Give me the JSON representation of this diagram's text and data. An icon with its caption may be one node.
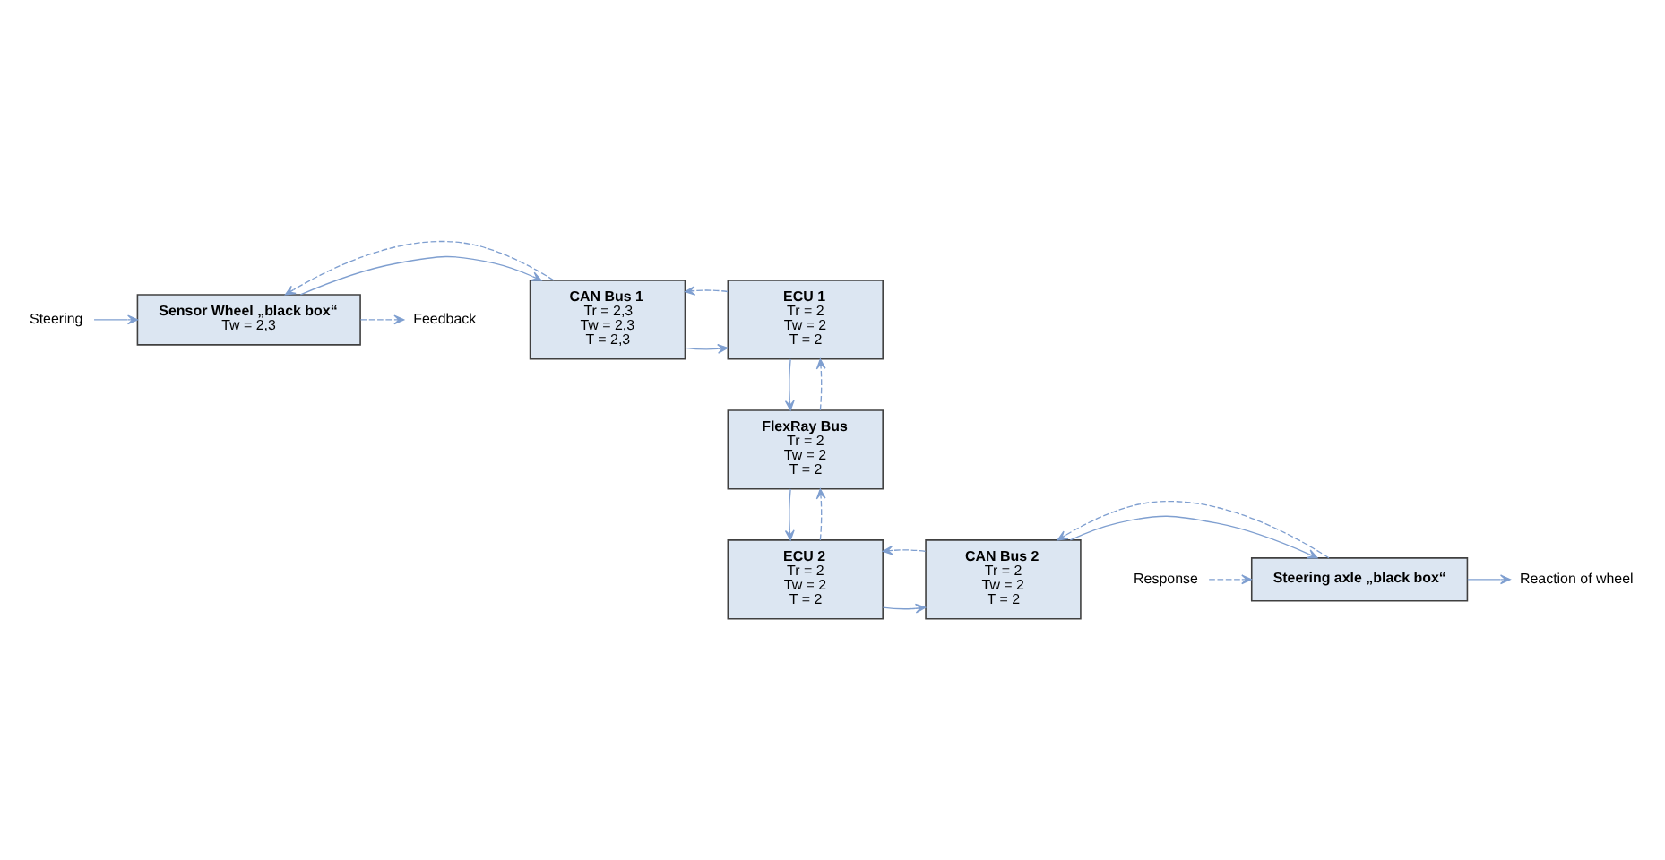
{
  "diagram": {
    "nodes": [
      {
        "text": [
          "Sensor Wheel „black box“",
          "Tw = 2,3"
        ]
      },
      {
        "text": [
          "CAN Bus 1",
          "Tr = 2,3",
          "Tw = 2,3",
          "T = 2,3"
        ]
      },
      {
        "text": [
          "ECU 1",
          "Tr = 2",
          "Tw = 2",
          "T = 2"
        ]
      },
      {
        "text": [
          "FlexRay Bus",
          "Tr = 2",
          "Tw = 2",
          "T = 2"
        ]
      },
      {
        "text": [
          "ECU 2",
          "Tr = 2",
          "Tw = 2",
          "T = 2"
        ]
      },
      {
        "text": [
          "CAN Bus 2",
          "Tr = 2",
          "Tw = 2",
          "T = 2"
        ]
      },
      {
        "text": [
          "Steering axle „black box“"
        ]
      },
      {
        "text": [
          "Steering"
        ]
      },
      {
        "text": [
          "Feedback"
        ]
      },
      {
        "text": [
          "Reaction of wheel"
        ]
      },
      {
        "text": [
          "Response"
        ]
      }
    ],
    "edges": [
      {
        "from": 7,
        "to": 0,
        "arrow": "to"
      },
      {
        "from": 0,
        "to": 8,
        "arrow": "to",
        "style": "dashed"
      },
      {
        "from": 0,
        "to": 1,
        "arrow": "to"
      },
      {
        "from": 1,
        "to": 0,
        "arrow": "to",
        "style": "dashed"
      },
      {
        "from": 1,
        "to": 2,
        "arrow": "to"
      },
      {
        "from": 2,
        "to": 1,
        "arrow": "to",
        "style": "dashed"
      },
      {
        "from": 2,
        "to": 3,
        "arrow": "to"
      },
      {
        "from": 3,
        "to": 2,
        "arrow": "to",
        "style": "dashed"
      },
      {
        "from": 3,
        "to": 4,
        "arrow": "to"
      },
      {
        "from": 4,
        "to": 3,
        "arrow": "to",
        "style": "dashed"
      },
      {
        "from": 4,
        "to": 5,
        "arrow": "to"
      },
      {
        "from": 5,
        "to": 4,
        "arrow": "to",
        "style": "dashed"
      },
      {
        "from": 5,
        "to": 6,
        "arrow": "to"
      },
      {
        "from": 6,
        "to": 5,
        "arrow": "to",
        "style": "dashed"
      },
      {
        "from": 6,
        "to": 9,
        "arrow": "to"
      },
      {
        "from": 10,
        "to": 6,
        "arrow": "to",
        "style": "dashed"
      }
    ]
  }
}
